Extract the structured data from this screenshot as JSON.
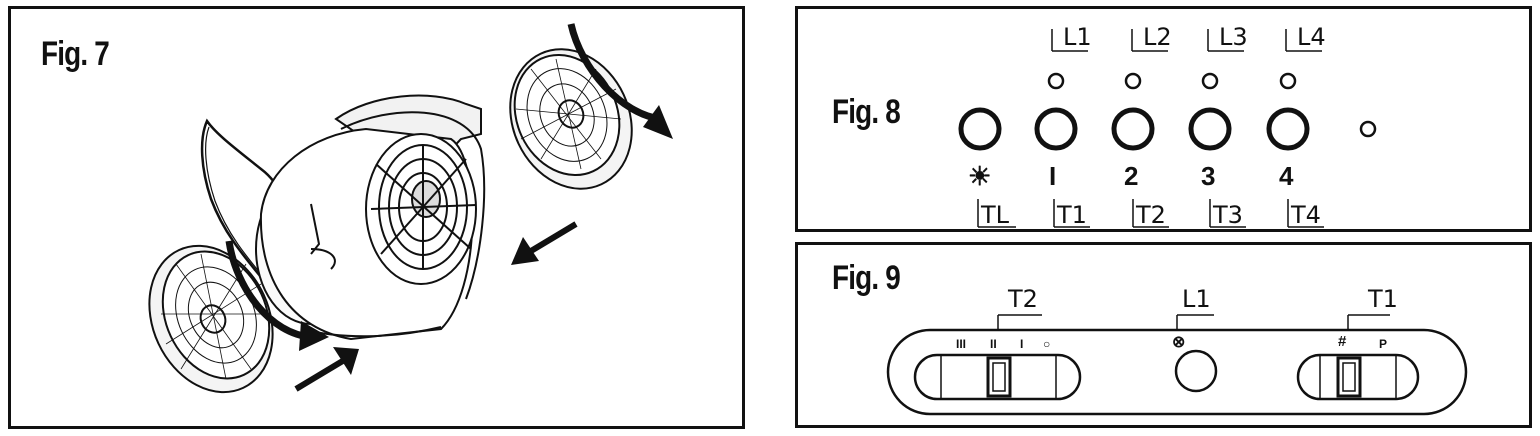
{
  "fig7": {
    "label": "Fig. 7"
  },
  "fig8": {
    "label": "Fig. 8",
    "led_labels": [
      "L1",
      "L2",
      "L3",
      "L4"
    ],
    "key_symbols": [
      "☀",
      "I",
      "2",
      "3",
      "4"
    ],
    "key_labels": [
      "TL",
      "T1",
      "T2",
      "T3",
      "T4"
    ]
  },
  "fig9": {
    "label": "Fig. 9",
    "t2_label": "T2",
    "l1_label": "L1",
    "t1_label": "T1",
    "t2_speeds": [
      "III",
      "II",
      "I",
      "○"
    ],
    "t1_marks": [
      "#",
      "P"
    ],
    "l1_symbol": "⊗"
  }
}
